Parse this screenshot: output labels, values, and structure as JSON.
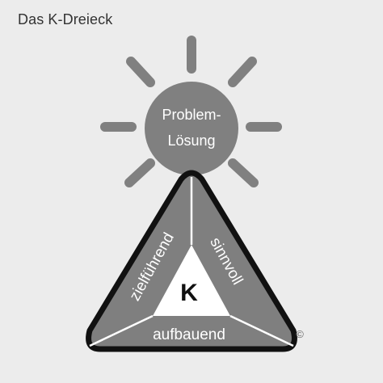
{
  "title": "Das K-Dreieck",
  "sun": {
    "label_line1": "Problem-",
    "label_line2": "Lösung"
  },
  "triangle": {
    "center_letter": "K",
    "left_side": "zielführend",
    "right_side": "sinnvoll",
    "bottom_side": "aufbauend"
  },
  "copyright": "©",
  "colors": {
    "background": "#ececec",
    "sun": "#808080",
    "triangle_fill": "#7f7f7f",
    "triangle_outline": "#111111",
    "center": "#ffffff"
  }
}
